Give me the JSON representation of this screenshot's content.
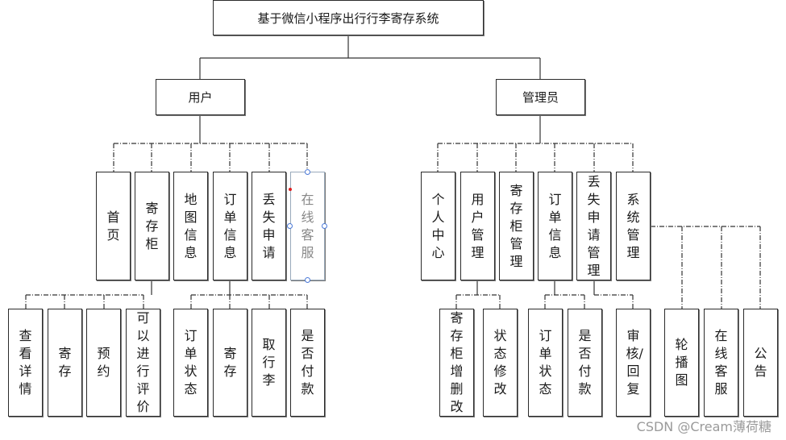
{
  "title": "基于微信小程序出行行李寄存系统",
  "roles": {
    "user": "用户",
    "admin": "管理员"
  },
  "user_modules": {
    "home": "首页",
    "locker": "寄存柜",
    "map": "地图信息",
    "order": "订单信息",
    "lost": "丢失申请",
    "service": "在线客服"
  },
  "locker_functions": {
    "details": "查看详情",
    "store": "寄存",
    "reserve": "预约",
    "review": "可以进行评价"
  },
  "order_functions": {
    "status": "订单状态",
    "store": "寄存",
    "pickup": "取行李",
    "paid": "是否付款"
  },
  "admin_modules": {
    "profile": "个人中心",
    "users": "用户管理",
    "locker": "寄存柜管理",
    "order": "订单信息",
    "lost": "丢失申请管理",
    "system": "系统管理"
  },
  "admin_locker_functions": {
    "crud": "寄存柜增删改",
    "status": "状态修改"
  },
  "admin_order_functions": {
    "status": "订单状态",
    "paid": "是否付款"
  },
  "admin_lost_functions": {
    "review": "审核/回复"
  },
  "system_functions": {
    "carousel": "轮播图",
    "service": "在线客服",
    "notice": "公告"
  },
  "watermark": "CSDN @Cream薄荷糖"
}
